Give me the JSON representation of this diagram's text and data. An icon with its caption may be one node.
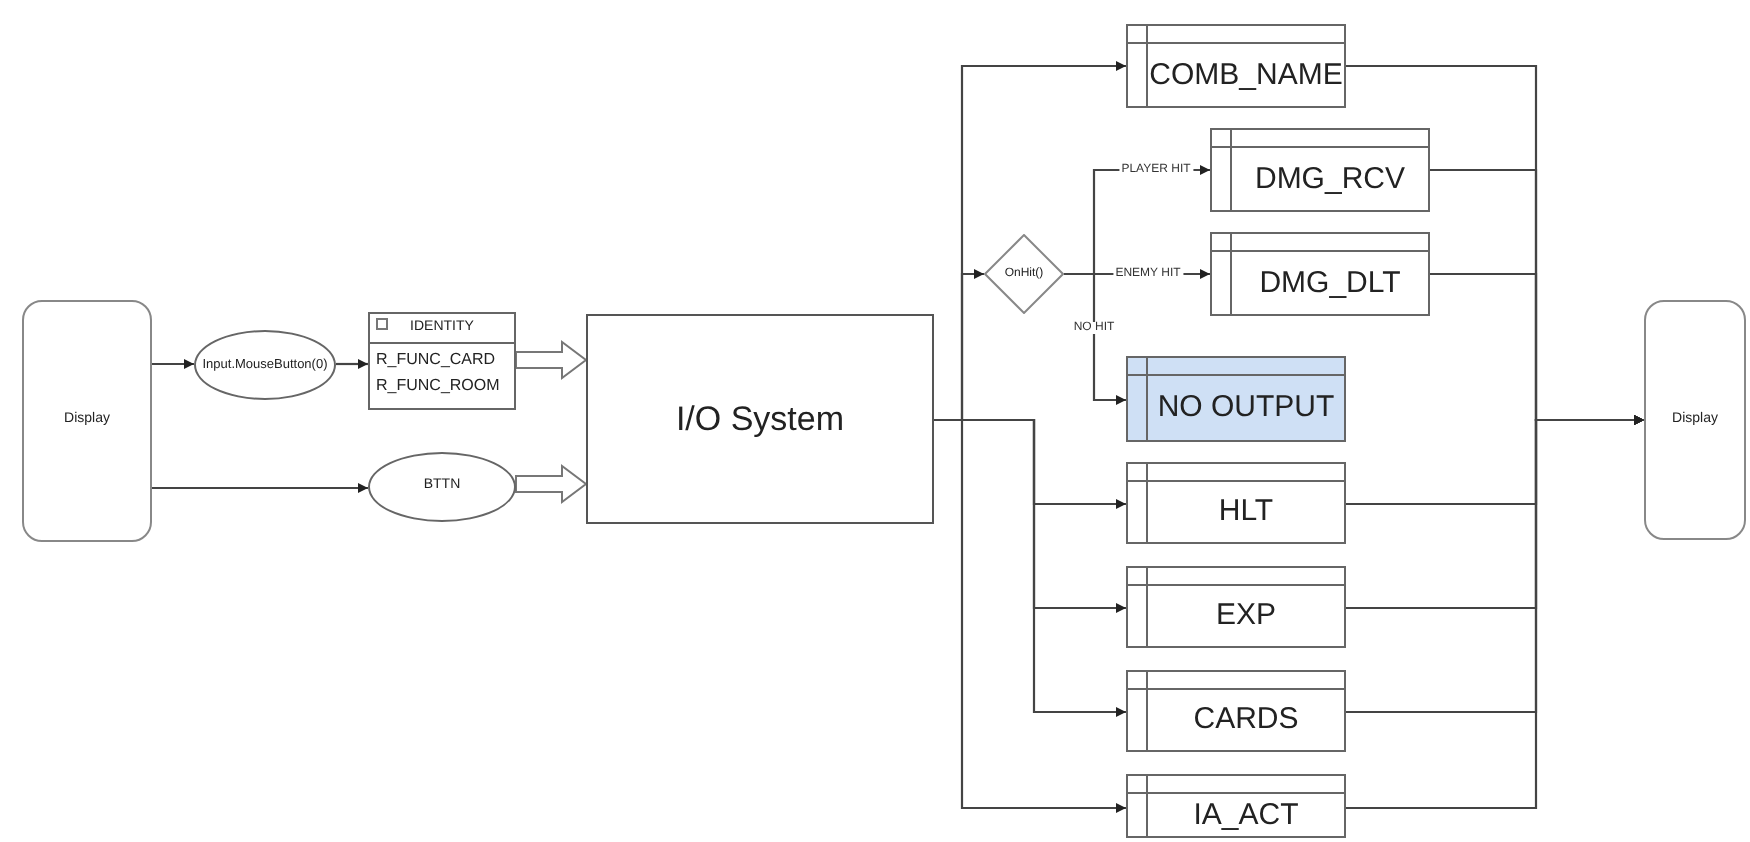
{
  "diagram": {
    "nodes": [
      {
        "text": [
          "Display"
        ]
      },
      {
        "text": [
          "Input.MouseButton(0)"
        ]
      },
      {
        "text": [
          "IDENTITY",
          "R_FUNC_CARD",
          "R_FUNC_ROOM"
        ]
      },
      {
        "text": [
          "BTTN"
        ]
      },
      {
        "text": [
          "I/O System"
        ]
      },
      {
        "text": [
          "OnHit()"
        ]
      },
      {
        "text": [
          "COMB_NAME"
        ]
      },
      {
        "text": [
          "DMG_RCV"
        ]
      },
      {
        "text": [
          "DMG_DLT"
        ]
      },
      {
        "text": [
          "NO OUTPUT"
        ]
      },
      {
        "text": [
          "HLT"
        ]
      },
      {
        "text": [
          "EXP"
        ]
      },
      {
        "text": [
          "CARDS"
        ]
      },
      {
        "text": [
          "IA_ACT"
        ]
      },
      {
        "text": [
          "Display"
        ]
      }
    ],
    "edges": [
      {
        "from": 0,
        "to": 1,
        "arrow": "to"
      },
      {
        "from": 1,
        "to": 2,
        "arrow": "to"
      },
      {
        "from": 0,
        "to": 3,
        "arrow": "to"
      },
      {
        "from": 2,
        "to": 4,
        "arrow": "to",
        "style": "thick"
      },
      {
        "from": 3,
        "to": 4,
        "arrow": "to",
        "style": "thick"
      },
      {
        "from": 4,
        "to": 6,
        "arrow": "to"
      },
      {
        "from": 4,
        "to": 5,
        "arrow": "to"
      },
      {
        "from": 4,
        "to": 13,
        "arrow": "to"
      },
      {
        "from": 4,
        "to": 10,
        "arrow": "to"
      },
      {
        "from": 4,
        "to": 11,
        "arrow": "to"
      },
      {
        "from": 4,
        "to": 12,
        "arrow": "to"
      },
      {
        "from": 5,
        "to": 7,
        "arrow": "to",
        "label": "PLAYER HIT"
      },
      {
        "from": 5,
        "to": 8,
        "arrow": "to",
        "label": "ENEMY HIT"
      },
      {
        "from": 5,
        "to": 9,
        "arrow": "to",
        "label": "NO HIT"
      },
      {
        "from": 6,
        "to": 14,
        "arrow": "to"
      },
      {
        "from": 7,
        "to": 14,
        "arrow": "to"
      },
      {
        "from": 8,
        "to": 14,
        "arrow": "to"
      },
      {
        "from": 10,
        "to": 14,
        "arrow": "to"
      },
      {
        "from": 11,
        "to": 14,
        "arrow": "to"
      },
      {
        "from": 12,
        "to": 14,
        "arrow": "to"
      },
      {
        "from": 13,
        "to": 14,
        "arrow": "to"
      }
    ]
  }
}
